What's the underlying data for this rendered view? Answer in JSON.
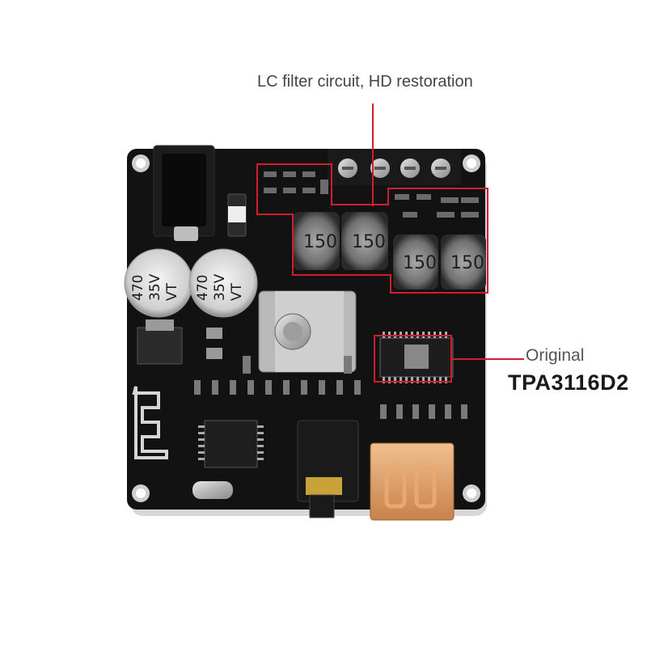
{
  "callouts": {
    "lc_filter": "LC filter circuit, HD restoration",
    "original": "Original",
    "chip": "TPA3116D2"
  },
  "board": {
    "capacitor_values": [
      "470",
      "35V",
      "VT"
    ],
    "inductor_value": "150",
    "board_color": "#111111",
    "highlight_color": "#d01f2a"
  }
}
